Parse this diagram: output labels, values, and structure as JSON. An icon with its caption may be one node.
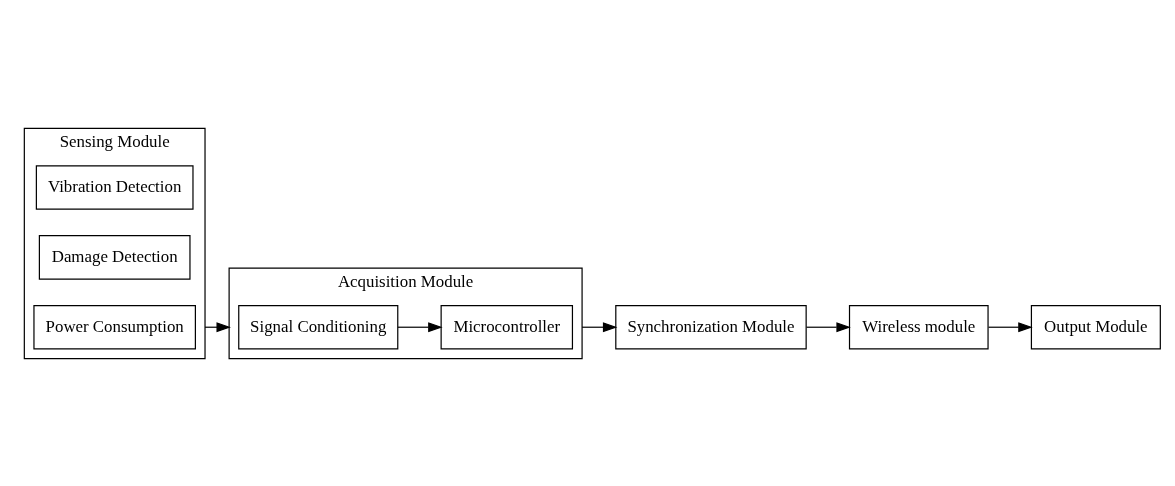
{
  "diagram": {
    "nodes": [
      {
        "text": [
          "Sensing Module"
        ]
      },
      {
        "text": [
          "Vibration Detection"
        ],
        "in": 0
      },
      {
        "text": [
          "Damage Detection"
        ],
        "in": 0
      },
      {
        "text": [
          "Power Consumption"
        ],
        "in": 0
      },
      {
        "text": [
          "Acquisition Module"
        ]
      },
      {
        "text": [
          "Signal Conditioning"
        ],
        "in": 4
      },
      {
        "text": [
          "Microcontroller"
        ],
        "in": 4
      },
      {
        "text": [
          "Synchronization Module"
        ]
      },
      {
        "text": [
          "Wireless module"
        ]
      },
      {
        "text": [
          "Output Module"
        ]
      }
    ],
    "edges": [
      {
        "from": 0,
        "to": 4,
        "arrow": "to"
      },
      {
        "from": 5,
        "to": 6,
        "arrow": "to"
      },
      {
        "from": 4,
        "to": 7,
        "arrow": "to"
      },
      {
        "from": 7,
        "to": 8,
        "arrow": "to"
      },
      {
        "from": 8,
        "to": 9,
        "arrow": "to"
      }
    ]
  }
}
